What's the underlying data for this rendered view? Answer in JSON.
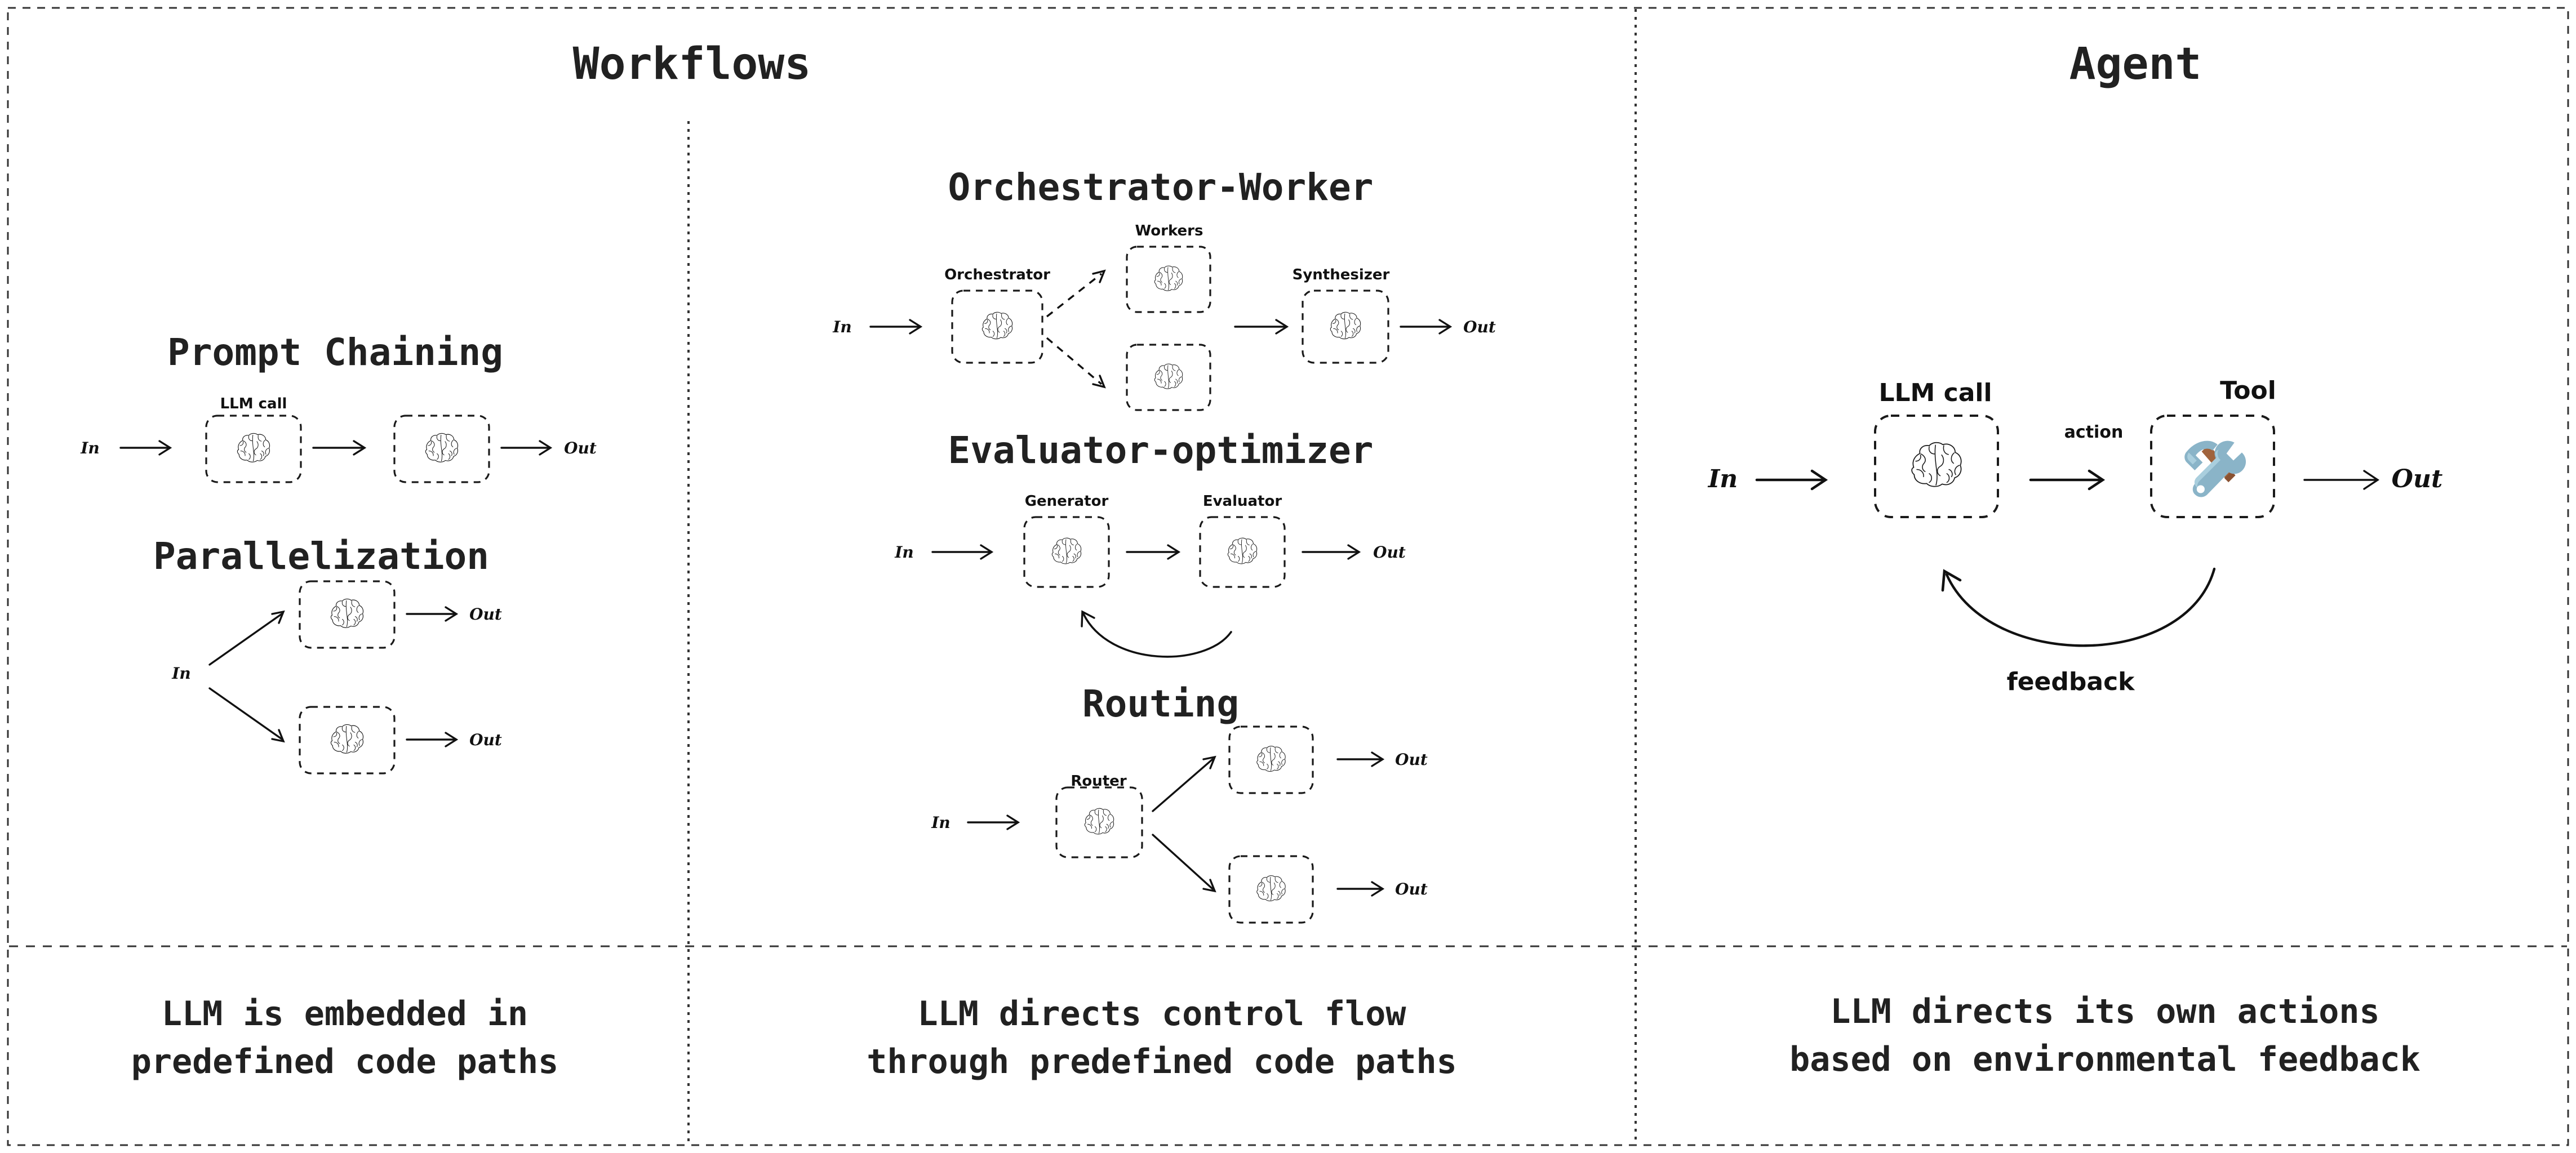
{
  "panels": {
    "workflows": {
      "title": "Workflows",
      "caption_line1": "LLM is embedded in",
      "caption_line2": "predefined code paths",
      "caption_mid_line1": "LLM directs control flow",
      "caption_mid_line2": "through predefined code paths"
    },
    "agent": {
      "title": "Agent",
      "caption_line1": "LLM directs its own actions",
      "caption_line2": "based on environmental feedback"
    }
  },
  "sections": {
    "prompt_chaining": {
      "title": "Prompt Chaining",
      "label_llm_call": "LLM call",
      "in": "In",
      "out": "Out"
    },
    "parallelization": {
      "title": "Parallelization",
      "in": "In",
      "out_top": "Out",
      "out_bottom": "Out"
    },
    "orchestrator_worker": {
      "title": "Orchestrator-Worker",
      "label_workers": "Workers",
      "label_orchestrator": "Orchestrator",
      "label_synthesizer": "Synthesizer",
      "in": "In",
      "out": "Out"
    },
    "evaluator_optimizer": {
      "title": "Evaluator-optimizer",
      "label_generator": "Generator",
      "label_evaluator": "Evaluator",
      "in": "In",
      "out": "Out"
    },
    "routing": {
      "title": "Routing",
      "label_router": "Router",
      "in": "In",
      "out_top": "Out",
      "out_bottom": "Out"
    },
    "agent_flow": {
      "label_llm_call": "LLM call",
      "label_tool": "Tool",
      "label_action": "action",
      "label_feedback": "feedback",
      "in": "In",
      "out": "Out"
    }
  },
  "icons": {
    "brain": "brain-icon",
    "tool": "hammer-and-wrench-icon"
  },
  "colors": {
    "ink": "#212121",
    "stroke": "#333333",
    "tool_metal": "#8ab4c8",
    "tool_metal_light": "#a9cedd",
    "tool_handle": "#a0633c"
  }
}
